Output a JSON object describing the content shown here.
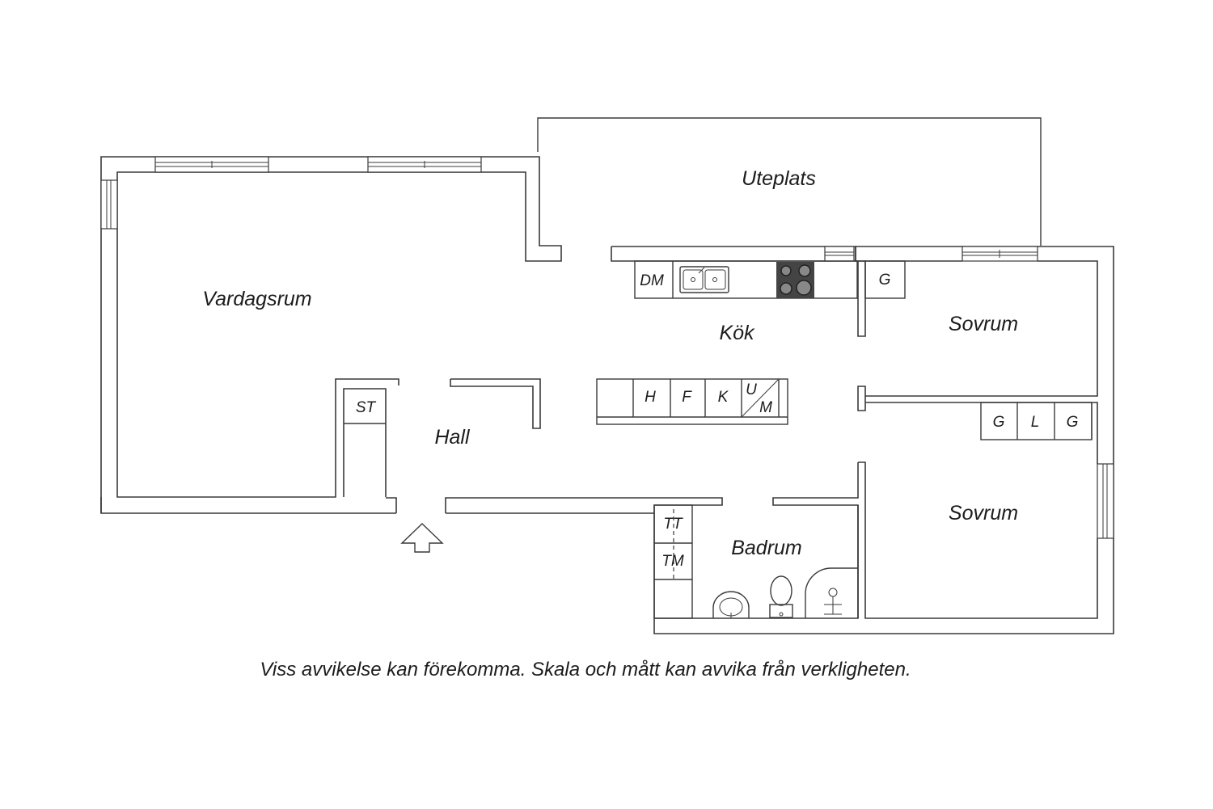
{
  "rooms": {
    "uteplats": "Uteplats",
    "vardagsrum": "Vardagsrum",
    "kok": "Kök",
    "sovrum_1": "Sovrum",
    "sovrum_2": "Sovrum",
    "hall": "Hall",
    "badrum": "Badrum"
  },
  "fixtures": {
    "dm": "DM",
    "g_kitchen": "G",
    "st": "ST",
    "h": "H",
    "f": "F",
    "k": "K",
    "u": "U",
    "m": "M",
    "g_wardrobe_1": "G",
    "l_wardrobe": "L",
    "g_wardrobe_2": "G",
    "tt": "TT",
    "tm": "TM"
  },
  "disclaimer": "Viss avvikelse kan förekomma. Skala och mått kan avvika från verkligheten."
}
